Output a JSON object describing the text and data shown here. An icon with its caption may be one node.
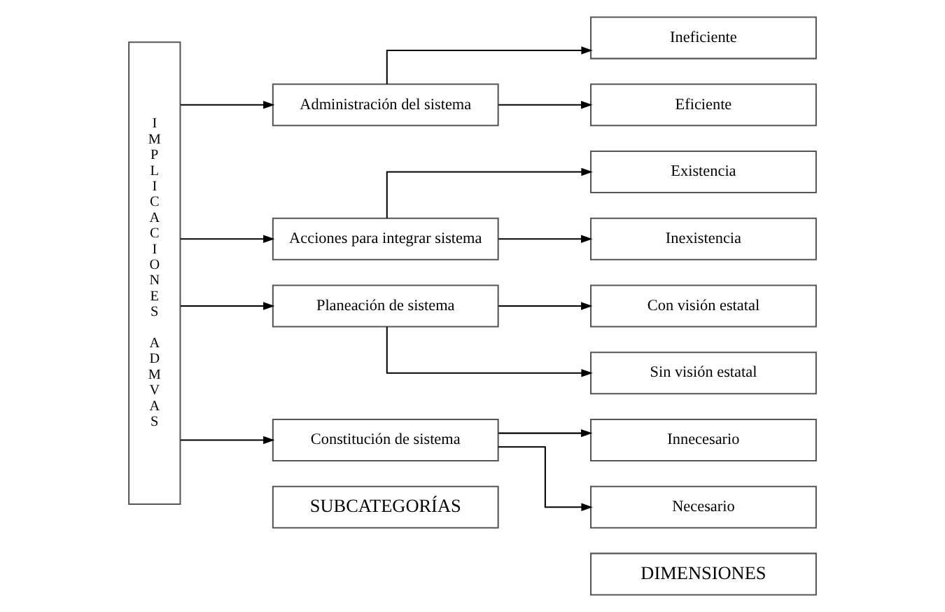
{
  "diagram": {
    "nodes": [
      {
        "text": [
          "SUBCATEGORÍAS"
        ]
      },
      {
        "text": [
          "DIMENSIONES"
        ]
      },
      {
        "text": [
          "IMPLICACIONES ADMVAS"
        ]
      },
      {
        "text": [
          "Administración del sistema"
        ]
      },
      {
        "text": [
          "Ineficiente"
        ]
      },
      {
        "text": [
          "Eficiente"
        ]
      },
      {
        "text": [
          "Acciones para integrar sistema"
        ]
      },
      {
        "text": [
          "Existencia"
        ]
      },
      {
        "text": [
          "Inexistencia"
        ]
      },
      {
        "text": [
          "Planeación de sistema"
        ]
      },
      {
        "text": [
          "Con visión estatal"
        ]
      },
      {
        "text": [
          "Sin visión estatal"
        ]
      },
      {
        "text": [
          "Constitución de sistema"
        ]
      },
      {
        "text": [
          "Innecesario"
        ]
      },
      {
        "text": [
          "Necesario"
        ]
      }
    ],
    "edges": [
      {
        "from": 2,
        "to": 3,
        "arrow": "to"
      },
      {
        "from": 2,
        "to": 6,
        "arrow": "to"
      },
      {
        "from": 2,
        "to": 9,
        "arrow": "to"
      },
      {
        "from": 2,
        "to": 12,
        "arrow": "to"
      },
      {
        "from": 3,
        "to": 4,
        "arrow": "to"
      },
      {
        "from": 3,
        "to": 5,
        "arrow": "to"
      },
      {
        "from": 6,
        "to": 7,
        "arrow": "to"
      },
      {
        "from": 6,
        "to": 8,
        "arrow": "to"
      },
      {
        "from": 9,
        "to": 10,
        "arrow": "to"
      },
      {
        "from": 9,
        "to": 11,
        "arrow": "to"
      },
      {
        "from": 12,
        "to": 13,
        "arrow": "to"
      },
      {
        "from": 12,
        "to": 14,
        "arrow": "to"
      }
    ]
  }
}
